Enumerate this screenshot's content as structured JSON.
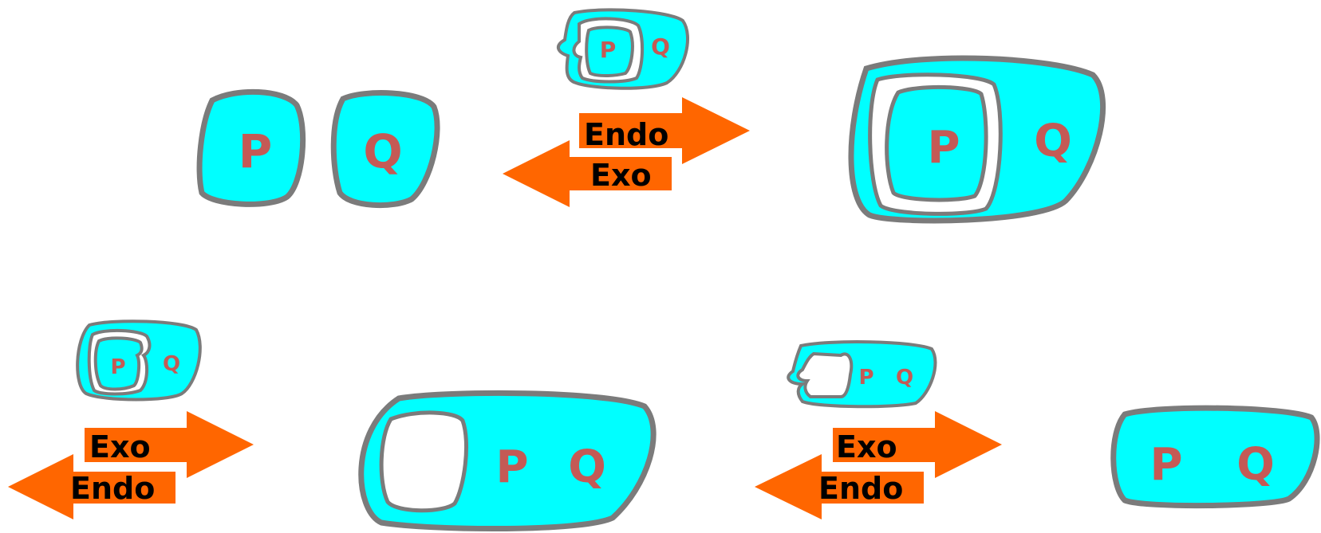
{
  "colors": {
    "membrane_fill": "#00ffff",
    "membrane_stroke": "#7b7b7b",
    "letter": "#c45a55",
    "arrow": "#ff6600",
    "arrow_text": "#000000",
    "background": "#ffffff"
  },
  "labels": {
    "p": "P",
    "q": "Q",
    "endo": "Endo",
    "exo": "Exo"
  },
  "top_panel": {
    "left_state": [
      "P",
      "Q"
    ],
    "right_state": [
      "P",
      "Q"
    ],
    "intermediate": [
      "P",
      "Q"
    ],
    "arrow_forward": "Endo",
    "arrow_backward": "Exo"
  },
  "bottom_left_panel": {
    "intermediate": [
      "P",
      "Q"
    ],
    "arrow_forward": "Exo",
    "arrow_backward": "Endo"
  },
  "bottom_right_panel": {
    "intermediate": [
      "P",
      "Q"
    ],
    "arrow_forward": "Exo",
    "arrow_backward": "Endo"
  },
  "middle_state": [
    "P",
    "Q"
  ],
  "final_state": [
    "P",
    "Q"
  ]
}
